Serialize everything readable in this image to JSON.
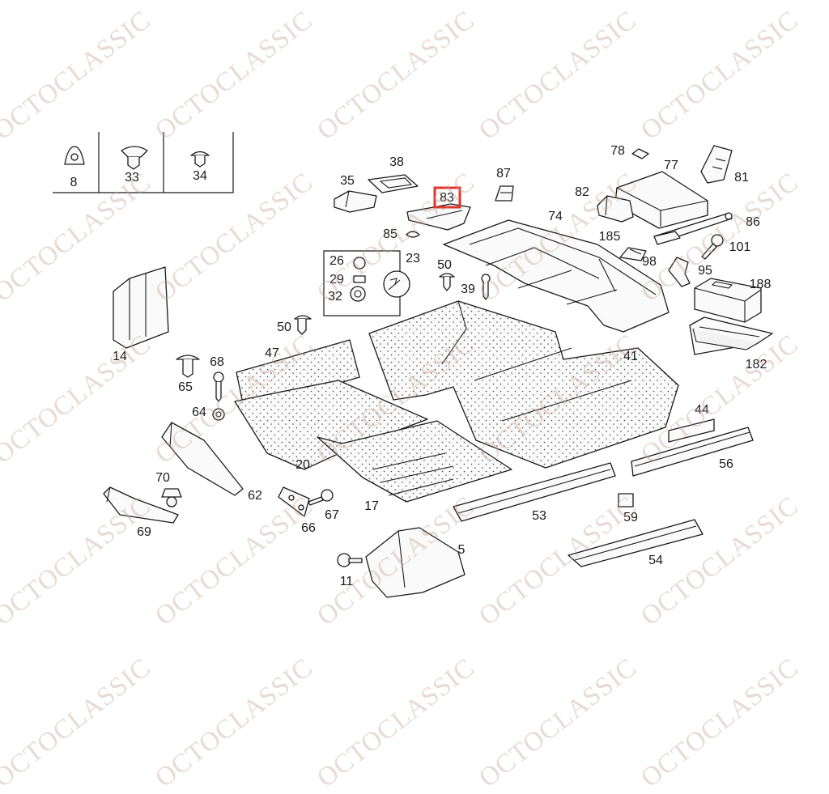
{
  "callouts": {
    "c8": "8",
    "c33": "33",
    "c34": "34",
    "c35": "35",
    "c38": "38",
    "c83": "83",
    "c87": "87",
    "c78": "78",
    "c77": "77",
    "c81": "81",
    "c82": "82",
    "c74": "74",
    "c86": "86",
    "c185": "185",
    "c101": "101",
    "c98": "98",
    "c95": "95",
    "c188": "188",
    "c182": "182",
    "c85": "85",
    "c26": "26",
    "c29": "29",
    "c32": "32",
    "c23": "23",
    "c50a": "50",
    "c39": "39",
    "c50b": "50",
    "c14": "14",
    "c47": "47",
    "c41": "41",
    "c68": "68",
    "c65": "65",
    "c64": "64",
    "c44": "44",
    "c56": "56",
    "c20": "20",
    "c70": "70",
    "c62": "62",
    "c69": "69",
    "c67": "67",
    "c66": "66",
    "c17": "17",
    "c53": "53",
    "c59": "59",
    "c54": "54",
    "c5": "5",
    "c11": "11"
  },
  "highlight": {
    "callout": "83",
    "color": "#e0352b"
  },
  "watermark": {
    "text": "OCTOCLASSIC",
    "color": "#bea096"
  }
}
